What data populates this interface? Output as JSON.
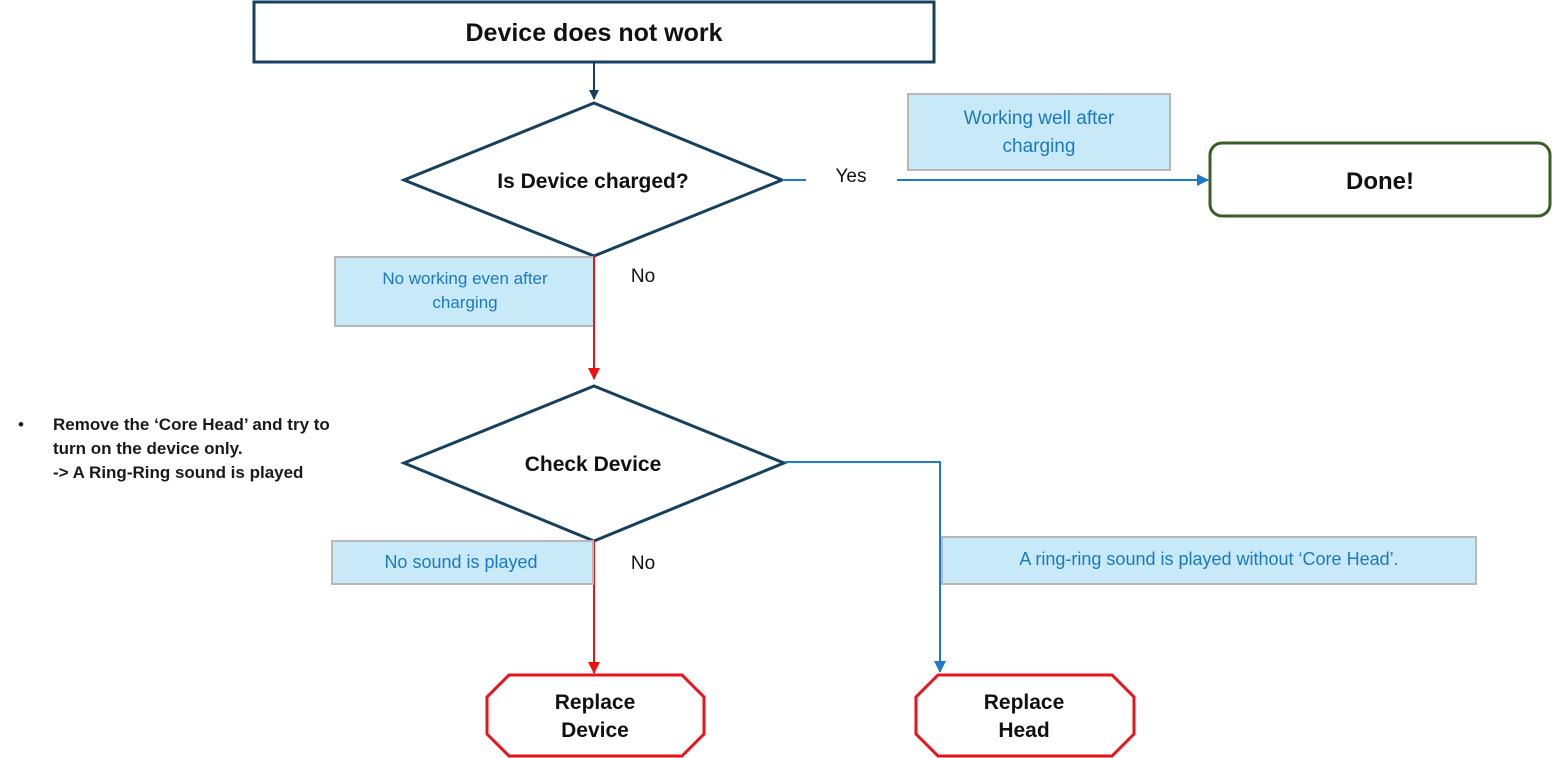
{
  "nodes": {
    "start": "Device does not work",
    "decision_charged": "Is Device charged?",
    "done": "Done!",
    "decision_check": "Check Device",
    "replace_device": [
      "Replace",
      "Device"
    ],
    "replace_head": [
      "Replace",
      "Head"
    ]
  },
  "edge_labels": {
    "yes": "Yes",
    "no_1": "No",
    "no_2": "No"
  },
  "annotations": {
    "working_well": [
      "Working well after",
      "charging"
    ],
    "not_working": [
      "No working even after",
      "charging"
    ],
    "no_sound": "No sound is played",
    "ring_sound": "A ring-ring sound is played without ‘Core Head’."
  },
  "side_note": {
    "bullet": "•",
    "lines": [
      "Remove the ‘Core Head’ and try to",
      "turn on the device only.",
      "-> A Ring-Ring sound is played"
    ]
  },
  "colors": {
    "box_border": "#17405e",
    "done_border": "#3a5e27",
    "terminal_red": "#e8131b",
    "annotation_fill": "#c7e9f8",
    "annotation_text": "#1b79c2",
    "arrow_blue": "#1e7ac5",
    "arrow_red": "#f01010"
  }
}
